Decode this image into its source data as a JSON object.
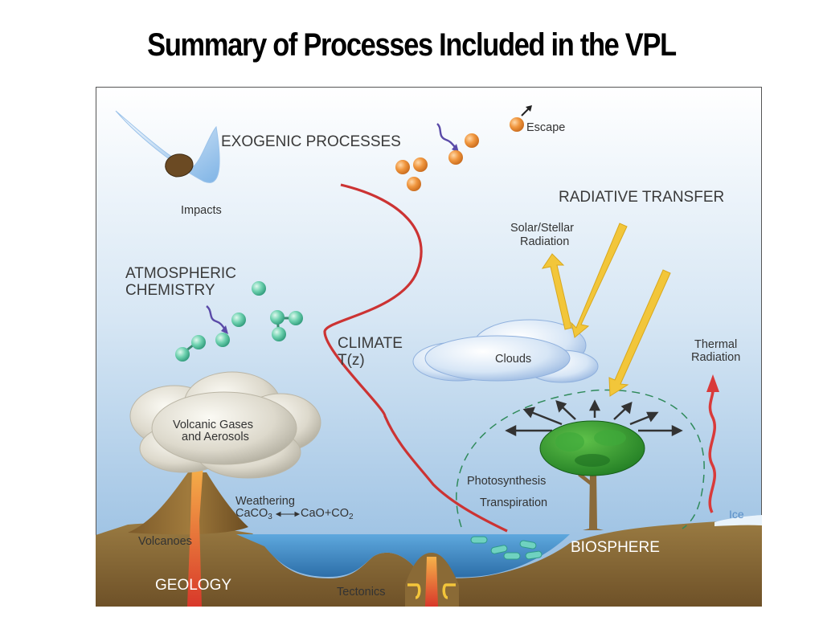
{
  "title": "Summary of Processes Included in the VPL",
  "labels": {
    "exogenic": "EXOGENIC PROCESSES",
    "impacts": "Impacts",
    "escape": "Escape",
    "radiative_transfer": "RADIATIVE TRANSFER",
    "solar_line1": "Solar/Stellar",
    "solar_line2": "Radiation",
    "atmo_line1": "ATMOSPHERIC",
    "atmo_line2": "CHEMISTRY",
    "climate_line1": "CLIMATE",
    "climate_line2": "T(z)",
    "clouds": "Clouds",
    "thermal_line1": "Thermal",
    "thermal_line2": "Radiation",
    "volcanic_line1": "Volcanic Gases",
    "volcanic_line2": "and Aerosols",
    "weathering_line1": "Weathering",
    "caco3": "CaCO",
    "caco3_sub": "3",
    "cao": "CaO+CO",
    "co2_sub": "2",
    "photosynthesis": "Photosynthesis",
    "transpiration": "Transpiration",
    "volcanoes": "Volcanoes",
    "ice": "Ice",
    "biosphere": "BIOSPHERE",
    "geology": "GEOLOGY",
    "tectonics": "Tectonics"
  },
  "colors": {
    "sky_top": "#ffffff",
    "sky_bottom": "#9ec3e3",
    "climate_curve": "#cc3333",
    "molecule": "#5ec9a6",
    "particle": "#e8923a",
    "sun_arrow": "#f2c63a",
    "thermal_arrow": "#d93a3a",
    "ground": "#8b6d3a",
    "water": "#3f8bc8",
    "tree": "#2e8b2e"
  }
}
